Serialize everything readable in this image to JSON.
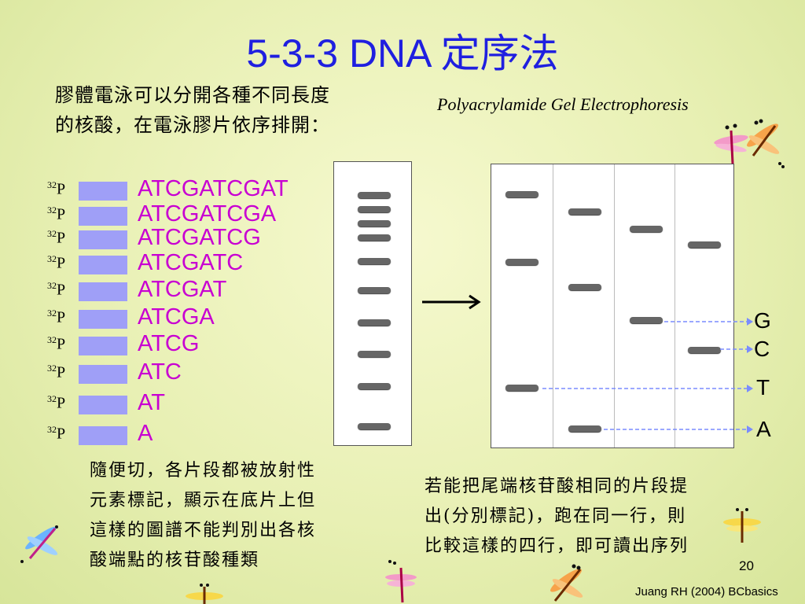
{
  "title": "5-3-3 DNA 定序法",
  "intro": {
    "line1": "膠體電泳可以分開各種不同長度",
    "line2": "的核酸，在電泳膠片依序排開："
  },
  "gel_label": "Polyacrylamide Gel Electrophoresis",
  "fragments": [
    {
      "label": "P",
      "isotope": "32",
      "seq": "ATCGATCGAT"
    },
    {
      "label": "P",
      "isotope": "32",
      "seq": "ATCGATCGA"
    },
    {
      "label": "P",
      "isotope": "32",
      "seq": "ATCGATCG"
    },
    {
      "label": "P",
      "isotope": "32",
      "seq": "ATCGATC"
    },
    {
      "label": "P",
      "isotope": "32",
      "seq": "ATCGAT"
    },
    {
      "label": "P",
      "isotope": "32",
      "seq": "ATCGA"
    },
    {
      "label": "P",
      "isotope": "32",
      "seq": "ATCG"
    },
    {
      "label": "P",
      "isotope": "32",
      "seq": "ATC"
    },
    {
      "label": "P",
      "isotope": "32",
      "seq": "AT"
    },
    {
      "label": "P",
      "isotope": "32",
      "seq": "A"
    }
  ],
  "lane_letters": [
    "G",
    "C",
    "T",
    "A"
  ],
  "caption_left": {
    "line1": "隨便切，各片段都被放射性",
    "line2": "元素標記，顯示在底片上但",
    "line3": "這樣的圖譜不能判別出各核",
    "line4": "酸端點的核苷酸種類"
  },
  "caption_right": {
    "line1": "若能把尾端核苷酸相同的片段提",
    "line2": "出(分別標記)，跑在同一行，則",
    "line3": "比較這樣的四行，即可讀出序列"
  },
  "page_number": "20",
  "credit": "Juang RH (2004) BCbasics",
  "colors": {
    "title": "#1f1fe0",
    "sequence": "#c800d2",
    "label_bar": "#9f9ff7",
    "band": "#666666",
    "guide_line": "#7a8cff"
  }
}
